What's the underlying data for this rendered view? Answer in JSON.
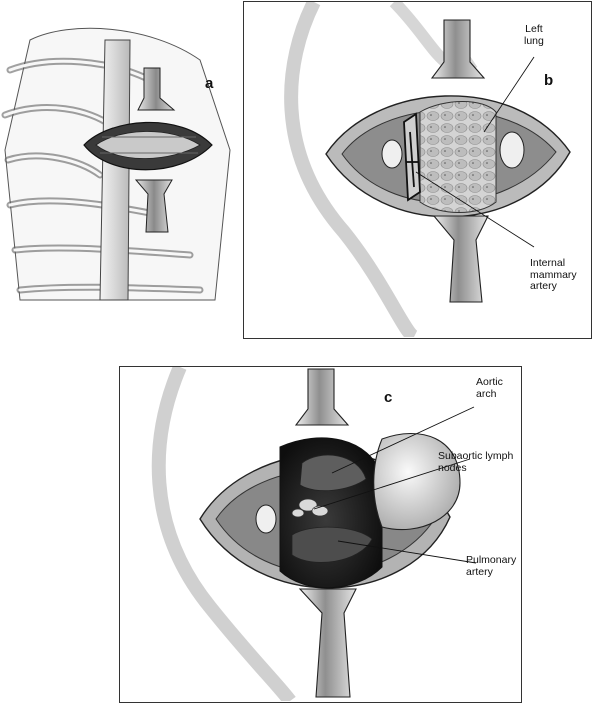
{
  "panels": {
    "a": {
      "letter": "a"
    },
    "b": {
      "letter": "b",
      "labels": {
        "left_lung": "Left\nlung",
        "internal_mammary_artery": "Internal\nmammary\nartery"
      }
    },
    "c": {
      "letter": "c",
      "labels": {
        "aortic_arch": "Aortic\narch",
        "subaortic_lymph_nodes": "Subaortic lymph\nnodes",
        "pulmonary_artery": "Pulmonary\nartery"
      }
    }
  },
  "colors": {
    "ink": "#1a1a1a",
    "shade": "#8c8c8c",
    "light_shade": "#cfcfcf",
    "cavity": "#1c1c1c"
  }
}
